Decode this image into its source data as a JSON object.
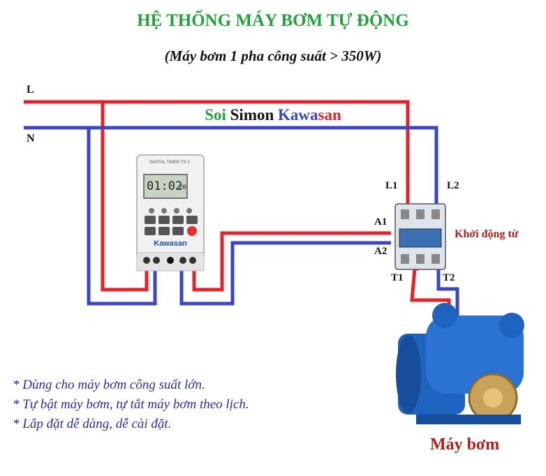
{
  "title": "HỆ THỐNG MÁY BƠM TỰ ĐỘNG",
  "subtitle": "(Máy bơm 1 pha công suất > 350W)",
  "wires": {
    "live": "L",
    "neutral": "N"
  },
  "brand": {
    "part1": "Soi",
    "part2": "Simon",
    "part3": "Kawa",
    "part4": "san"
  },
  "timer": {
    "display": "01:02",
    "display_small": "20",
    "brand": "Kawasan",
    "header": "DIGITAL TIMER TS-1"
  },
  "contactor": {
    "l1": "L1",
    "l2": "L2",
    "a1": "A1",
    "a2": "A2",
    "t1": "T1",
    "t2": "T2",
    "name": "Khởi động từ"
  },
  "pump": {
    "label": "Máy bơm"
  },
  "notes": [
    "* Dùng cho máy bơm công suất lớn.",
    "* Tự bật máy bơm, tự tắt máy bơm theo lịch.",
    "* Lắp đặt dễ dàng, dễ cài đặt."
  ],
  "colors": {
    "live": "#e8202a",
    "neutral": "#3a45c8",
    "title": "#22a33a",
    "accent": "#b0201c"
  }
}
